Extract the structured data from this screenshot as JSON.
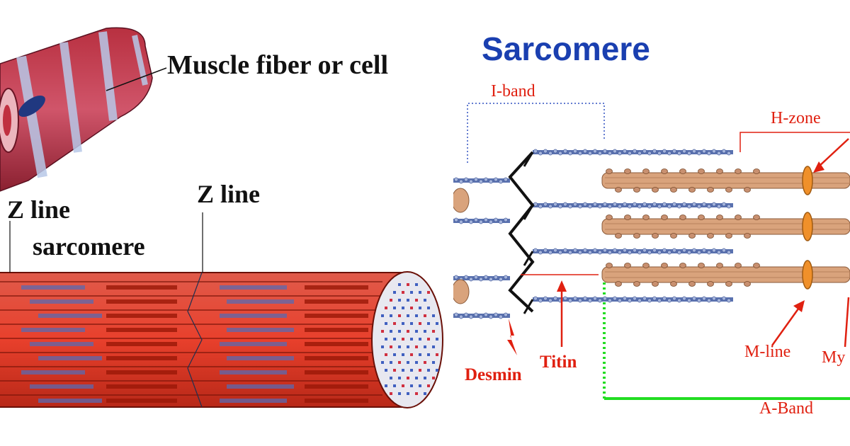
{
  "left_panel": {
    "labels": {
      "muscle_fiber": "Muscle fiber or cell",
      "z_line_left": "Z line",
      "sarcomere": "sarcomere",
      "z_line_right": "Z line"
    }
  },
  "right_panel": {
    "title": "Sarcomere",
    "labels": {
      "i_band": "I-band",
      "h_zone": "H-zone",
      "desmin": "Desmin",
      "titin": "Titin",
      "m_line": "M-line",
      "myosin_partial": "My",
      "a_band": "A-Band"
    }
  },
  "colors": {
    "title": "#1a3fb0",
    "annotation_red": "#e02010",
    "a_band_green": "#22dd22",
    "i_band_blue": "#3050c0",
    "muscle_red": "#d83030",
    "actin_blue": "#7d92c8",
    "myosin_tan": "#d9a37c"
  }
}
